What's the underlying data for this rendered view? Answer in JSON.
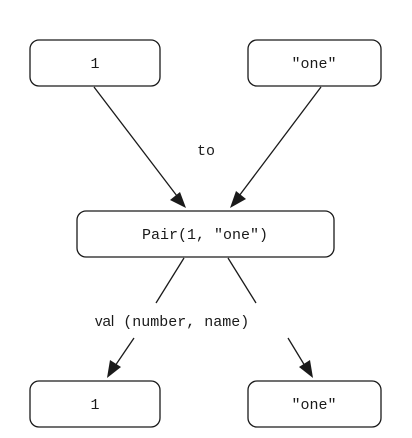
{
  "nodes": {
    "top_left": "1",
    "top_right": "\"one\"",
    "pair": "Pair(1, \"one\")",
    "bottom_left": "1",
    "bottom_right": "\"one\""
  },
  "labels": {
    "infix": "to",
    "keyword": "val",
    "destructuring": " (number, name)"
  }
}
